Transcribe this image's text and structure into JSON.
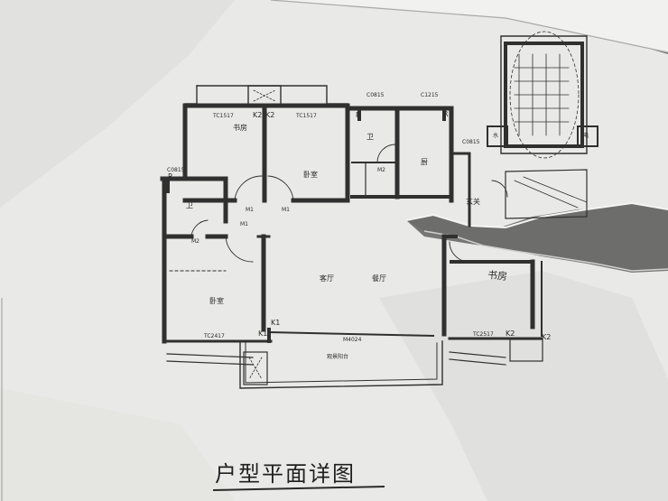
{
  "title": "户型平面详图",
  "room_labels": {
    "study_top": "书房",
    "bedroom_top": "卧室",
    "bathroom_1": "卫",
    "bathroom_2": "卫",
    "kitchen": "厨",
    "foyer": "玄关",
    "bedroom_left": "卧室",
    "living": "客厅",
    "dining": "餐厅",
    "study_right": "书房",
    "balcony": "观景阳台",
    "water": "水",
    "electric": "电"
  },
  "codes": {
    "tc1517_a": "TC1517",
    "tc1517_b": "TC1517",
    "k2_a": "K2",
    "k2_b": "K2",
    "c0815_a": "C0815",
    "c1215": "C1215",
    "c0815_b": "C0815",
    "p_a": "P",
    "p_b": "P",
    "r": "R",
    "c0815_c": "C0815",
    "m2_a": "M2",
    "m2_b": "M2",
    "m1_a": "M1",
    "m1_b": "M1",
    "m1_c": "M1",
    "tc2417": "TC2417",
    "k1_a": "K1",
    "k1_b": "K1",
    "m4024": "M4024",
    "tc2517": "TC2517",
    "k2_c": "K2",
    "k2_d": "K2"
  }
}
